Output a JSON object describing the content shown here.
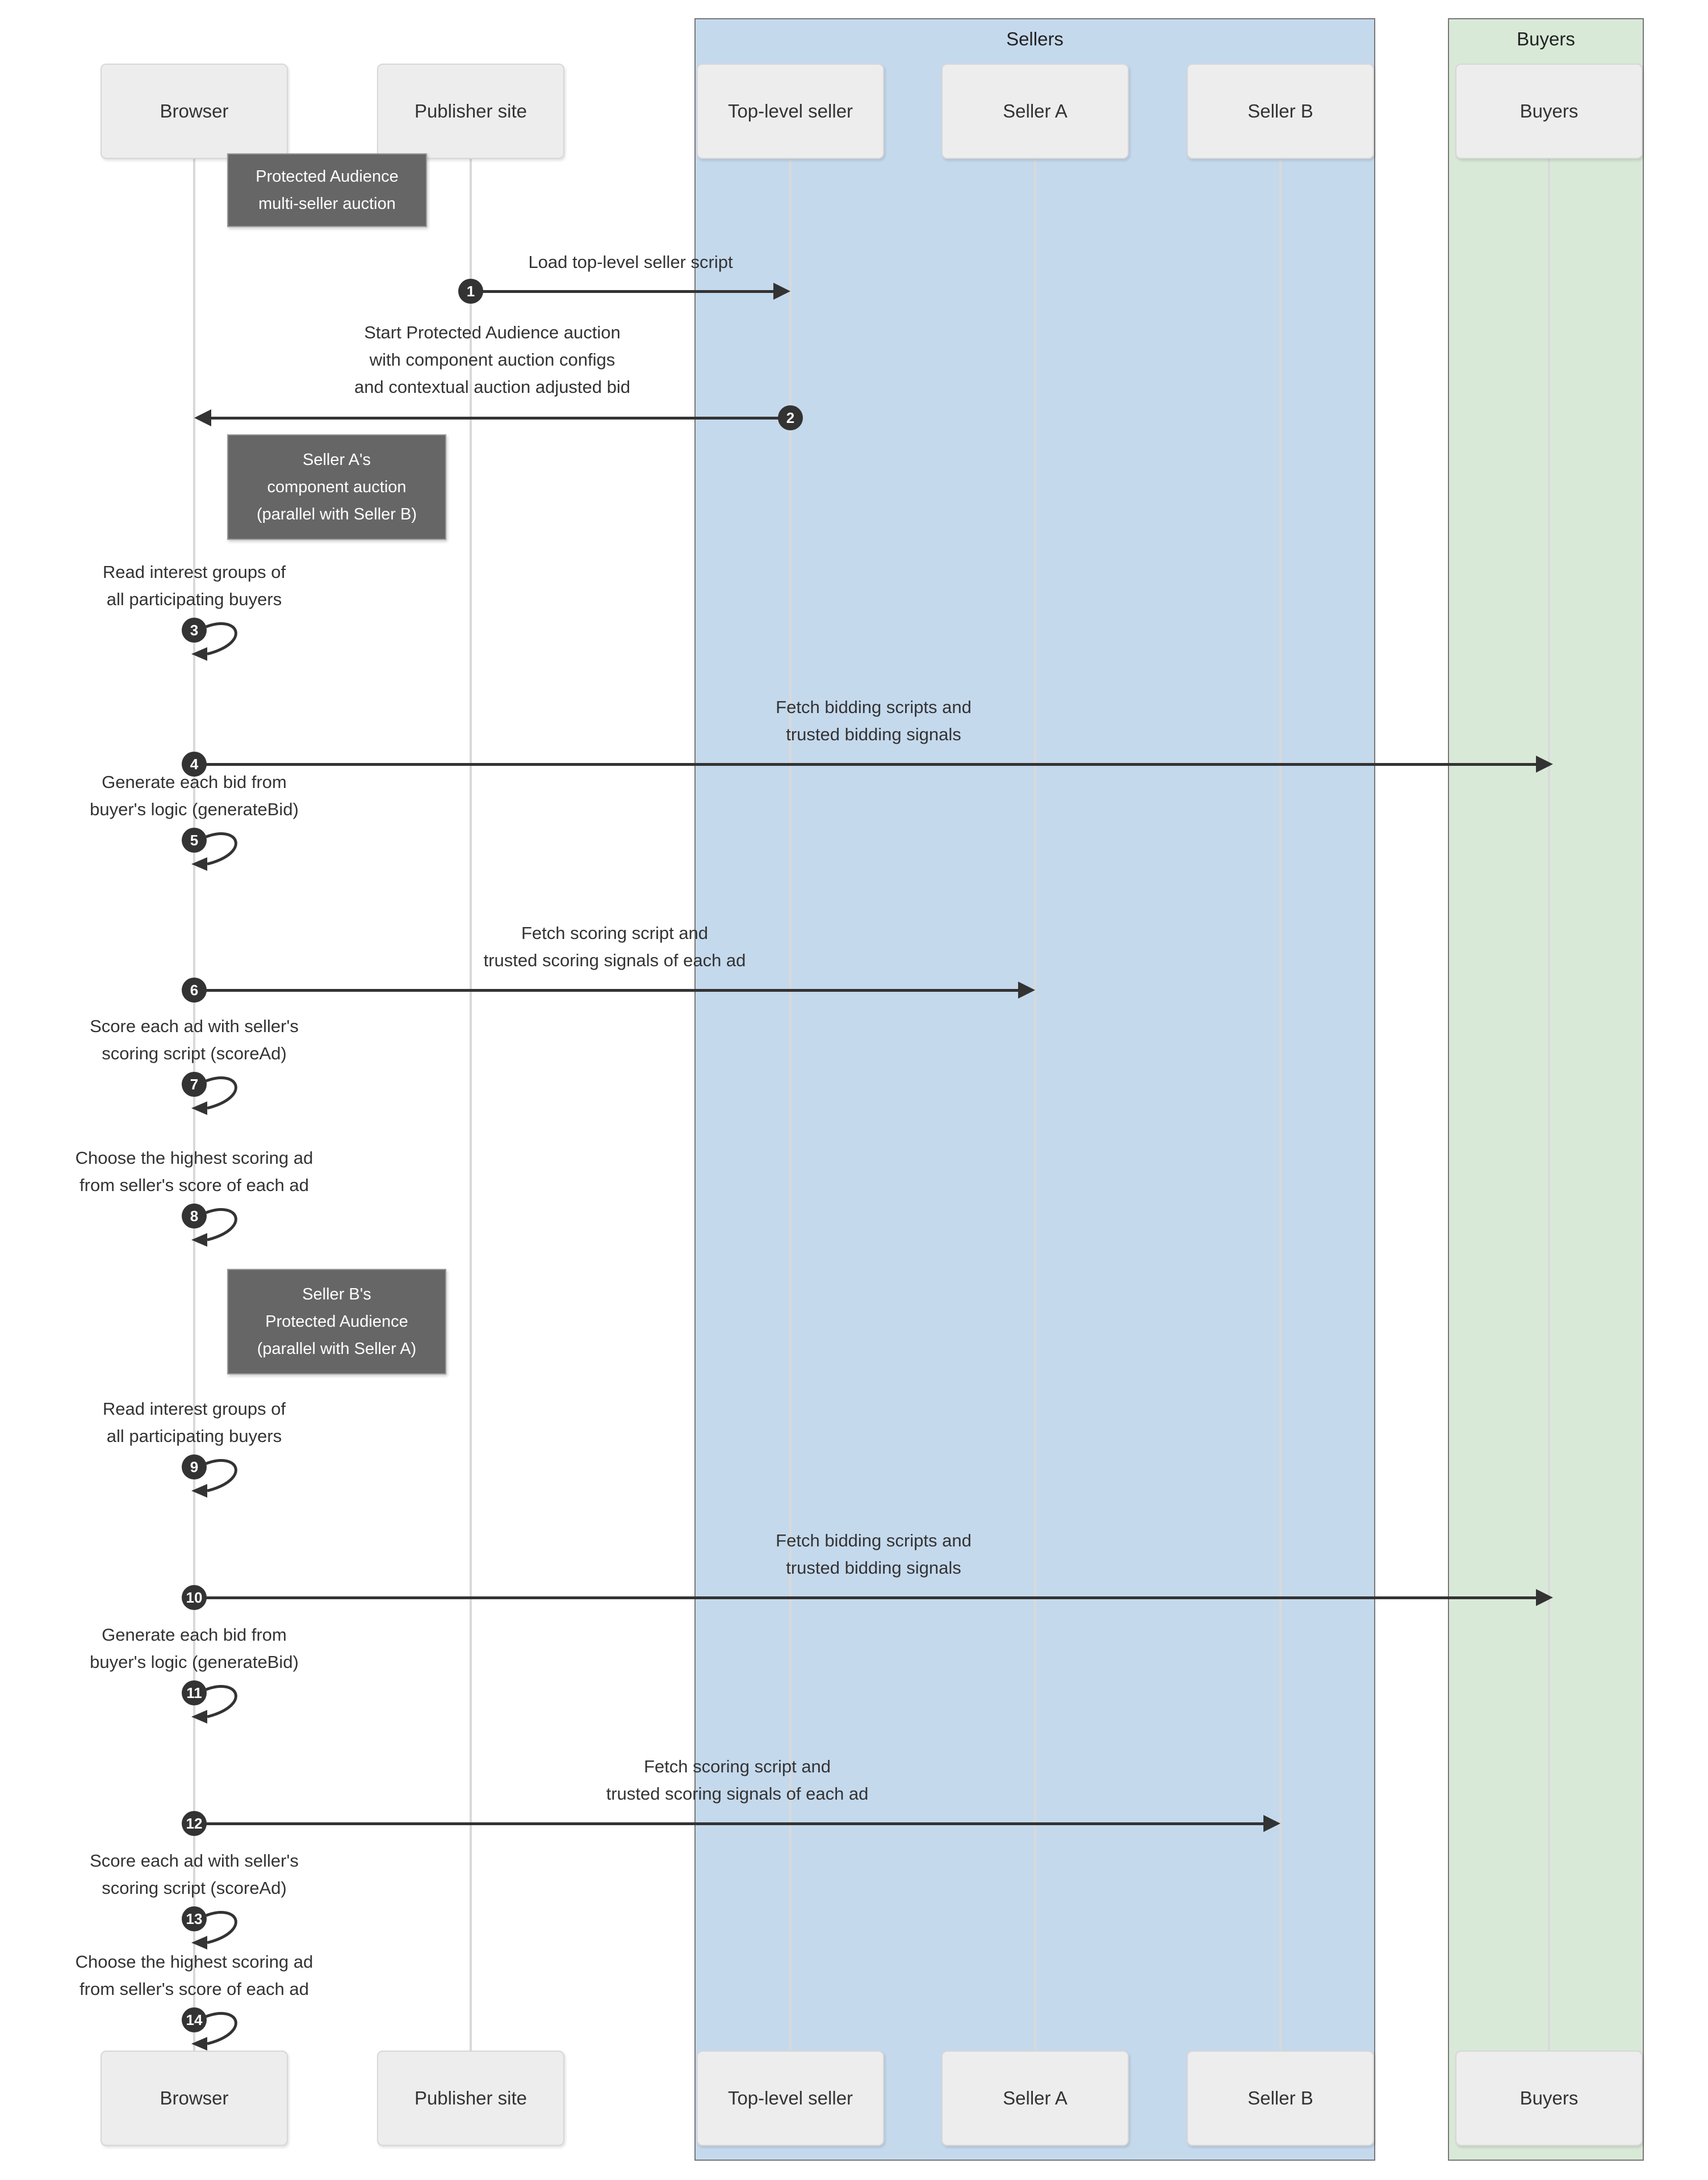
{
  "diagram": {
    "title_note": "Protected Audience multi-seller auction",
    "palette": {
      "sellers_group_fill": "#c5d9ed",
      "buyers_group_fill": "#d9e9d8",
      "participant_fill": "#ededed",
      "participant_border": "#d7d7d7",
      "note_fill": "#666666",
      "arrow_color": "#333333",
      "lifeline_color": "#d9d9d9",
      "text_color": "#333333"
    },
    "groups": [
      {
        "id": "sellers",
        "label": "Sellers"
      },
      {
        "id": "buyers",
        "label": "Buyers"
      }
    ],
    "participants": [
      {
        "id": "browser",
        "label": "Browser"
      },
      {
        "id": "publisher-site",
        "label": "Publisher site"
      },
      {
        "id": "top-level-seller",
        "label": "Top-level seller",
        "group": "sellers"
      },
      {
        "id": "seller-a",
        "label": "Seller A",
        "group": "sellers"
      },
      {
        "id": "seller-b",
        "label": "Seller B",
        "group": "sellers"
      },
      {
        "id": "buyers",
        "label": "Buyers",
        "group": "buyers"
      }
    ],
    "notes": [
      {
        "over": "browser",
        "lines": [
          "Protected Audience",
          "multi-seller auction"
        ]
      },
      {
        "over": "browser",
        "lines": [
          "Seller A's",
          "component auction",
          "(parallel with Seller B)"
        ]
      },
      {
        "over": "browser",
        "lines": [
          "Seller B's",
          "Protected Audience",
          "(parallel with Seller A)"
        ]
      }
    ],
    "steps": [
      {
        "n": "1",
        "from": "publisher-site",
        "to": "top-level-seller",
        "lines": [
          "Load top-level seller script"
        ]
      },
      {
        "n": "2",
        "from": "top-level-seller",
        "to": "browser",
        "lines": [
          "Start Protected Audience auction",
          "with component auction configs",
          "and contextual auction adjusted bid"
        ]
      },
      {
        "n": "3",
        "self": "browser",
        "lines": [
          "Read interest groups of",
          "all participating buyers"
        ]
      },
      {
        "n": "4",
        "from": "browser",
        "to": "buyers",
        "lines": [
          "Fetch bidding scripts and",
          "trusted bidding signals"
        ]
      },
      {
        "n": "5",
        "self": "browser",
        "lines": [
          "Generate each bid from",
          "buyer's logic (generateBid)"
        ]
      },
      {
        "n": "6",
        "from": "browser",
        "to": "seller-a",
        "lines": [
          "Fetch scoring script and",
          "trusted scoring signals of each ad"
        ]
      },
      {
        "n": "7",
        "self": "browser",
        "lines": [
          "Score each ad with seller's",
          "scoring script (scoreAd)"
        ]
      },
      {
        "n": "8",
        "self": "browser",
        "lines": [
          "Choose the highest scoring ad",
          "from seller's score of each ad"
        ]
      },
      {
        "n": "9",
        "self": "browser",
        "lines": [
          "Read interest groups of",
          "all participating buyers"
        ]
      },
      {
        "n": "10",
        "from": "browser",
        "to": "buyers",
        "lines": [
          "Fetch bidding scripts and",
          "trusted bidding signals"
        ]
      },
      {
        "n": "11",
        "self": "browser",
        "lines": [
          "Generate each bid from",
          "buyer's logic (generateBid)"
        ]
      },
      {
        "n": "12",
        "from": "browser",
        "to": "seller-b",
        "lines": [
          "Fetch scoring script and",
          "trusted scoring signals of each ad"
        ]
      },
      {
        "n": "13",
        "self": "browser",
        "lines": [
          "Score each ad with seller's",
          "scoring script (scoreAd)"
        ]
      },
      {
        "n": "14",
        "self": "browser",
        "lines": [
          "Choose the highest scoring ad",
          "from seller's score of each ad"
        ]
      }
    ]
  }
}
